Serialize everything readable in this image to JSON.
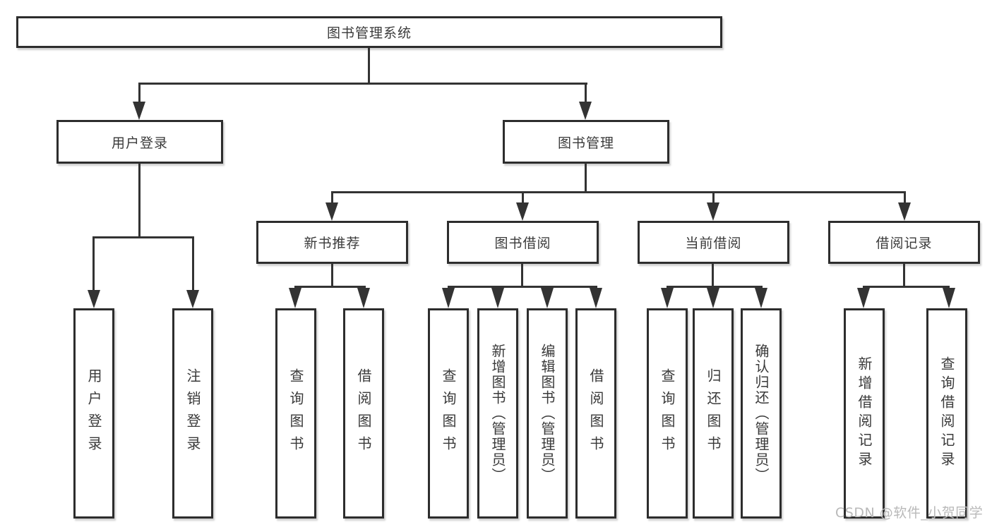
{
  "diagram": {
    "root": {
      "label": "图书管理系统"
    },
    "level2": {
      "user_login": {
        "label": "用户登录"
      },
      "book_mgmt": {
        "label": "图书管理"
      }
    },
    "level3": {
      "new_book": {
        "label": "新书推荐"
      },
      "book_borrow": {
        "label": "图书借阅"
      },
      "current_borrow": {
        "label": "当前借阅"
      },
      "borrow_record": {
        "label": "借阅记录"
      }
    },
    "level4": {
      "user_login": [
        "用户登录",
        "注销登录"
      ],
      "new_book": [
        "查询图书",
        "借阅图书"
      ],
      "book_borrow": [
        "查询图书",
        "新增图书（管理员）",
        "编辑图书（管理员）",
        "借阅图书"
      ],
      "current_borrow": [
        "查询图书",
        "归还图书",
        "确认归还（管理员）"
      ],
      "borrow_record": [
        "新增借阅记录",
        "查询借阅记录"
      ]
    },
    "watermark": "CSDN @软件_小贺同学",
    "colors": {
      "line": "#333333",
      "border": "#2d2d2d",
      "text": "#3a3a3a",
      "watermark": "#b9b9b9",
      "background": "#ffffff"
    }
  }
}
